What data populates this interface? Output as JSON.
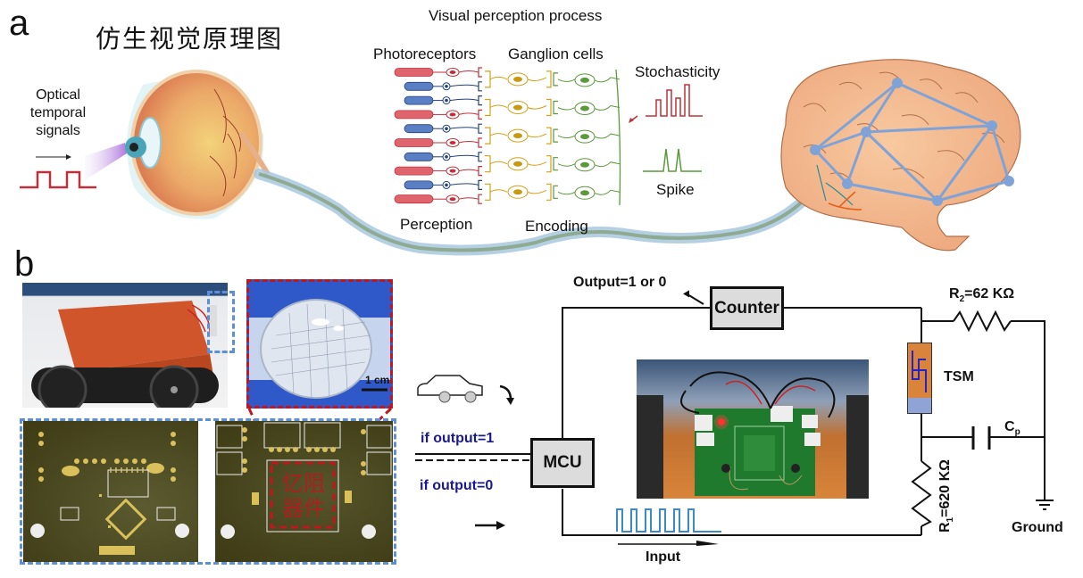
{
  "panel_a": {
    "letter": "a",
    "cn_title": "仿生视觉原理图",
    "process_title": "Visual perception process",
    "optical_label_lines": [
      "Optical",
      "temporal",
      "signals"
    ],
    "photoreceptors_label": "Photoreceptors",
    "ganglion_label": "Ganglion cells",
    "stochasticity_label": "Stochasticity",
    "spike_label": "Spike",
    "perception_label": "Perception",
    "encoding_label": "Encoding",
    "colors": {
      "rod": "#e0646e",
      "cone": "#5b7fc4",
      "bipolar": "#d4a017",
      "ganglion": "#5a9a3a",
      "signal_red": "#c0303a",
      "brain_network": "#7fa3d6"
    },
    "photoreceptor_sequence": [
      "red",
      "blue",
      "blue",
      "red",
      "blue",
      "red",
      "blue",
      "red",
      "blue",
      "red"
    ]
  },
  "panel_b": {
    "letter": "b",
    "scale_bar_label": "1 cm",
    "pcb_chip_label_line1": "忆阻",
    "pcb_chip_label_line2": "器件",
    "if_output_1": "if output=1",
    "if_output_0": "if output=0",
    "mcu_label": "MCU",
    "counter_label": "Counter",
    "output_label": "Output=1 or 0",
    "r2_label": "R",
    "r2_sub": "2",
    "r2_value": "=62 KΩ",
    "tsm_label": "TSM",
    "cp_label": "C",
    "cp_sub": "p",
    "r1_label": "R",
    "r1_sub": "1",
    "r1_value": "=620 KΩ",
    "ground_label": "Ground",
    "input_label": "Input",
    "colors": {
      "dash_red": "#c0161d",
      "dash_blue": "#5b8fd8",
      "pcb": "#3d3a14",
      "tsm_orange": "#d9843a",
      "tsm_blue": "#8fa3d6",
      "input_wave": "#3d8ac4"
    }
  }
}
